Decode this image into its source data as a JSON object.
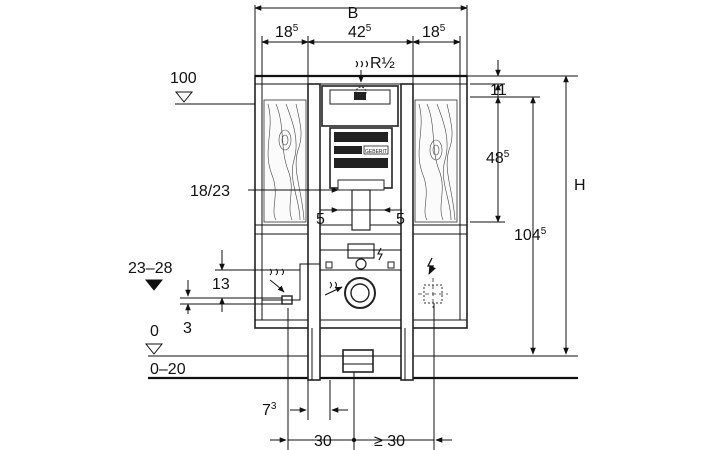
{
  "labels": {
    "width_B": "B",
    "height_H": "H",
    "left_side": "18",
    "left_side_sup": "5",
    "center": "42",
    "center_sup": "5",
    "right_side": "18",
    "right_side_sup": "5",
    "thread": "R½",
    "level_100": "100",
    "top_offset": "11",
    "bracket_height": "48",
    "bracket_height_sup": "5",
    "total_height": "104",
    "total_height_sup": "5",
    "spacing": "18/23",
    "gap_left": "5",
    "gap_right": "5",
    "level_23_28": "23–28",
    "dim_13": "13",
    "dim_3": "3",
    "level_0": "0",
    "level_0_20": "0–20",
    "dim_7": "7",
    "dim_7_sup": "3",
    "dim_30": "30",
    "dim_ge30": "≥ 30",
    "brand": "GEBERIT"
  }
}
